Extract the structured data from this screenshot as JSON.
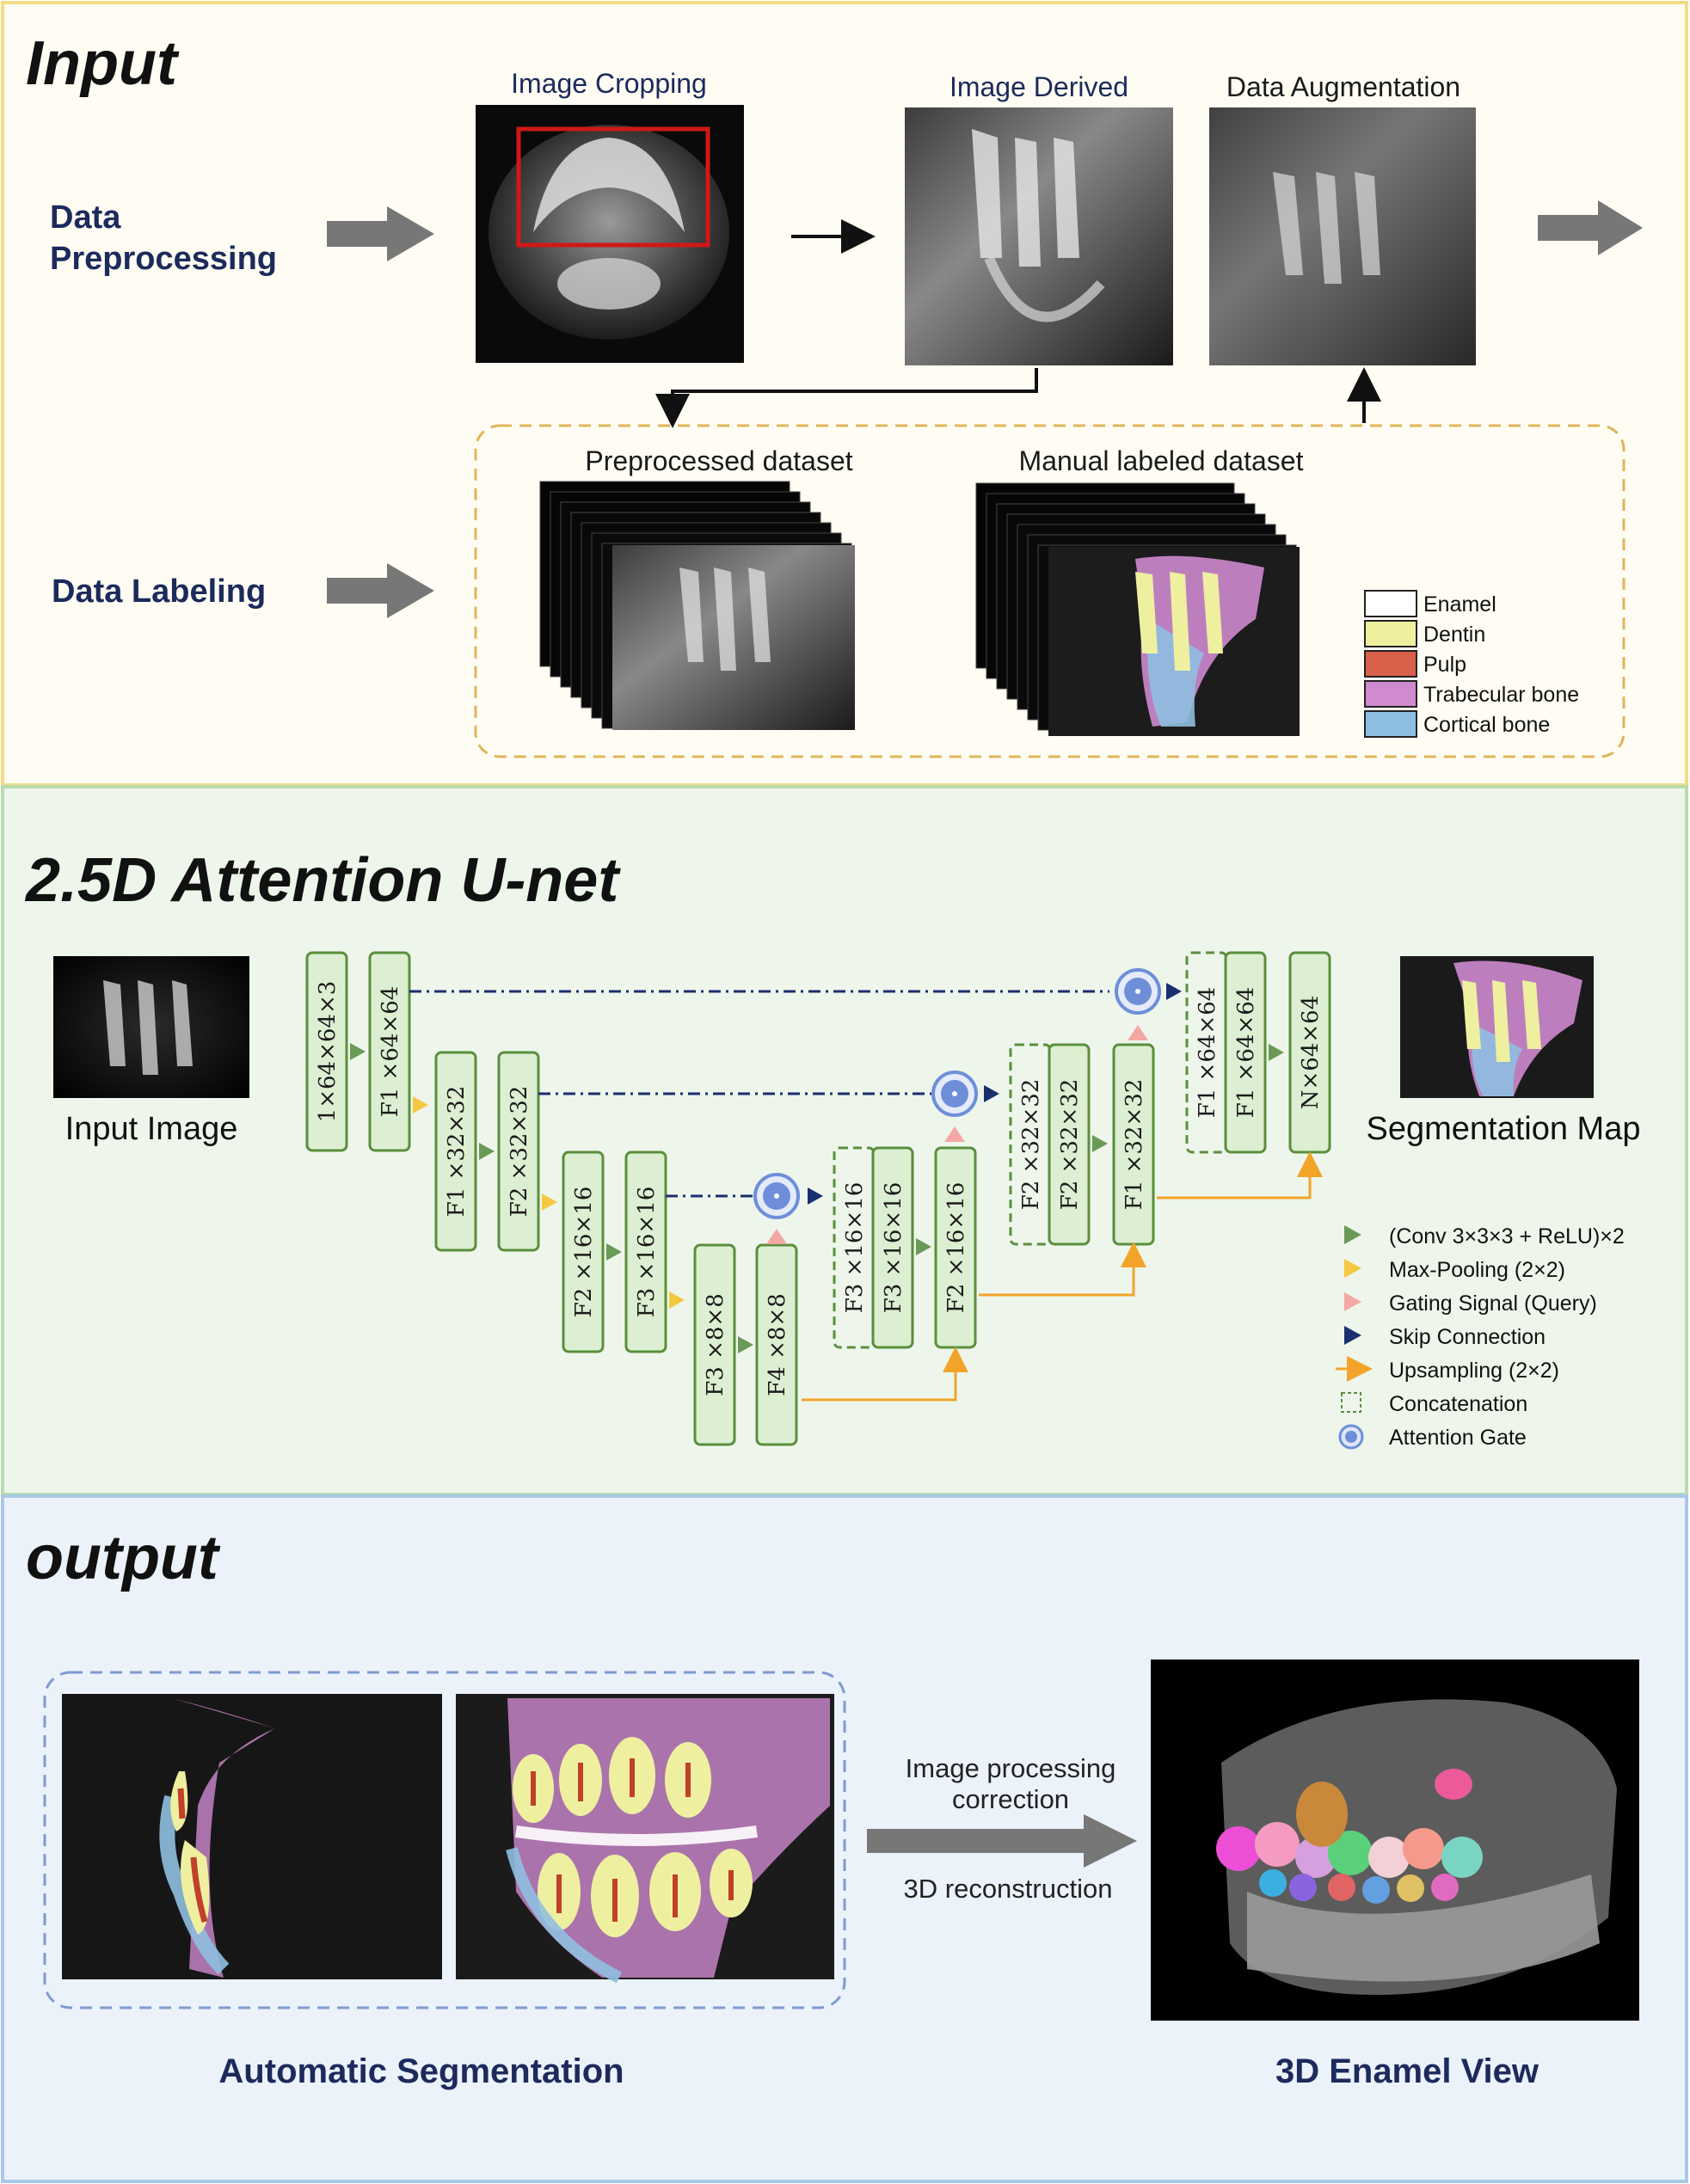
{
  "sections": {
    "input_title": "Input",
    "unet_title": "2.5D Attention U-net",
    "output_title": "output"
  },
  "input": {
    "preprocessing_label_1": "Data",
    "preprocessing_label_2": "Preprocessing",
    "labeling_label": "Data Labeling",
    "image_cropping": "Image Cropping",
    "image_derived": "Image Derived",
    "data_augmentation": "Data Augmentation",
    "preprocessed_dataset": "Preprocessed dataset",
    "manual_labeled_dataset": "Manual labeled dataset",
    "legend": [
      {
        "label": "Enamel",
        "color": "#ffffff"
      },
      {
        "label": "Dentin",
        "color": "#eef0a0"
      },
      {
        "label": "Pulp",
        "color": "#d9604a"
      },
      {
        "label": "Trabecular bone",
        "color": "#cf8ad0"
      },
      {
        "label": "Cortical bone",
        "color": "#8fbfe0"
      }
    ]
  },
  "unet": {
    "input_image": "Input Image",
    "segmentation_map": "Segmentation Map",
    "blocks": [
      {
        "id": "b1",
        "label": "1×64×64×3"
      },
      {
        "id": "b2",
        "label": "F1 ×64×64"
      },
      {
        "id": "b3",
        "label": "F1 ×32×32"
      },
      {
        "id": "b4",
        "label": "F2 ×32×32"
      },
      {
        "id": "b5",
        "label": "F2 ×16×16"
      },
      {
        "id": "b6",
        "label": "F3 ×16×16"
      },
      {
        "id": "b7",
        "label": "F3 ×8×8"
      },
      {
        "id": "b8",
        "label": "F4 ×8×8"
      },
      {
        "id": "b9",
        "label": "F3 ×16×16"
      },
      {
        "id": "b10",
        "label": "F3 ×16×16"
      },
      {
        "id": "b11",
        "label": "F2 ×16×16"
      },
      {
        "id": "b12",
        "label": "F2 ×32×32"
      },
      {
        "id": "b13",
        "label": "F2 ×32×32"
      },
      {
        "id": "b14",
        "label": "F1 ×32×32"
      },
      {
        "id": "b15",
        "label": "F1 ×64×64"
      },
      {
        "id": "b16",
        "label": "F1 ×64×64"
      },
      {
        "id": "b17",
        "label": "N×64×64"
      }
    ],
    "legend": [
      {
        "key": "conv",
        "label": "(Conv 3×3×3 + ReLU)×2",
        "color": "#6a9a55"
      },
      {
        "key": "pool",
        "label": "Max-Pooling (2×2)",
        "color": "#f5c842"
      },
      {
        "key": "gate",
        "label": "Gating Signal (Query)",
        "color": "#f4a8a4"
      },
      {
        "key": "skip",
        "label": "Skip Connection",
        "color": "#1a2f6e"
      },
      {
        "key": "up",
        "label": "Upsampling (2×2)",
        "color": "#f2a42a"
      },
      {
        "key": "concat",
        "label": "Concatenation",
        "color": "#5a8f3c"
      },
      {
        "key": "att",
        "label": "Attention Gate",
        "color": "#6e8fd8"
      }
    ]
  },
  "output": {
    "processing_1": "Image processing",
    "processing_2": "correction",
    "processing_3": "3D  reconstruction",
    "auto_seg": "Automatic Segmentation",
    "enamel_view": "3D Enamel View"
  }
}
